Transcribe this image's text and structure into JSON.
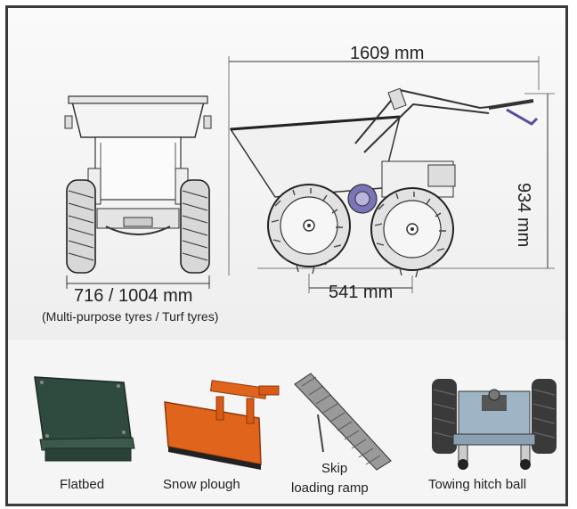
{
  "dimensions": {
    "length": "1609 mm",
    "height": "934 mm",
    "width": "716 / 1004 mm",
    "width_note": "(Multi-purpose tyres / Turf tyres)",
    "wheelbase": "541 mm"
  },
  "accessories": [
    {
      "label": "Flatbed",
      "icon": "flatbed-image"
    },
    {
      "label": "Snow plough",
      "icon": "snow-plough-image"
    },
    {
      "label_line1": "Skip",
      "label_line2": "loading ramp",
      "icon": "loading-ramp-image"
    },
    {
      "label": "Towing hitch ball",
      "icon": "towing-hitch-image"
    }
  ],
  "colors": {
    "frame": "#3a3a3a",
    "accent_orange": "#e0641c",
    "flatbed_green": "#2f4a3e",
    "motor_purple": "#7a74b8"
  }
}
